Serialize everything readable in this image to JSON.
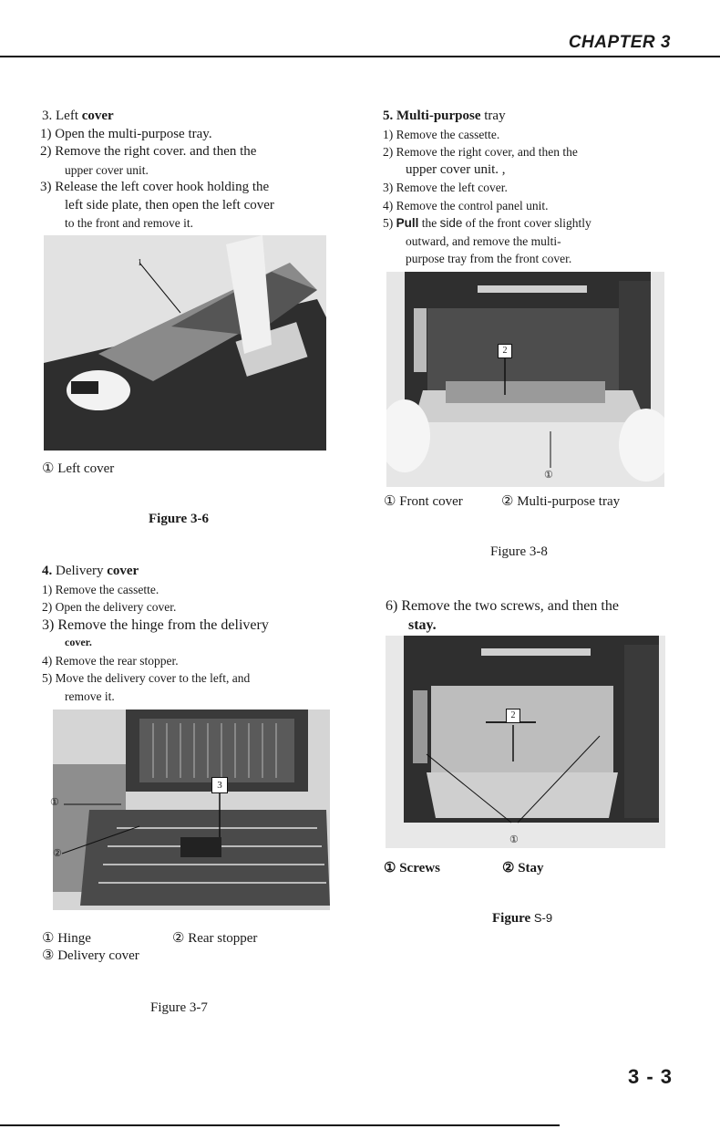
{
  "header": {
    "chapter": "CHAPTER 3"
  },
  "left_column": {
    "sec3": {
      "num": "3. Left ",
      "name": "cover",
      "s1_pre": "1) Open the ",
      "s1_b": "multi-purpose",
      "s1_post": " tray.",
      "s2a": "2) Remove the right cover. and then the",
      "s2b": "upper cover unit.",
      "s3a": "3) Release the left cover hook holding the",
      "s3b": "left side plate, then open the left cover",
      "s3c": "to the front and remove it."
    },
    "fig6": {
      "callout": "1",
      "caption": "① Left cover",
      "title": "Figure 3-6"
    },
    "sec4": {
      "num": "4.",
      "label": " Delivery ",
      "name": "cover",
      "s1": "1)  Remove the cassette.",
      "s2": "2)  Open the delivery cover.",
      "s3": "3)  Remove the hinge from the delivery",
      "s3b": "cover.",
      "s4": "4)  Remove the rear stopper.",
      "s5": "5)  Move the delivery cover to the left, and",
      "s5b": "remove it."
    },
    "fig7": {
      "callout1": "①",
      "callout2": "②",
      "callout3": "3",
      "caption1": "① Hinge",
      "caption2": "② Rear stopper",
      "caption3": "③ Delivery cover",
      "title": "Figure 3-7"
    }
  },
  "right_column": {
    "sec5": {
      "num": "5. ",
      "name": "Multi-purpose",
      "post": " tray",
      "s1": "1)  Remove the cassette.",
      "s2": "2)  Remove the right cover, and then the",
      "s2b": "upper cover unit. ,",
      "s3": "3)  Remove the left cover.",
      "s4": "4)  Remove the control panel unit.",
      "s5_pre": "5)  ",
      "s5_pull": "Pull",
      "s5_mid": " the ",
      "s5_side": "side",
      "s5_post": " of the front cover slightly",
      "s5b": "outward, and remove the multi-",
      "s5c": "purpose tray from the front cover."
    },
    "fig8": {
      "callout1": "①",
      "callout2": "2",
      "caption1": "① Front cover",
      "caption2": "② Multi-purpose",
      "caption2_post": " tray",
      "title": "Figure 3-8"
    },
    "step6": {
      "a": "6) Remove the two screws, and then the",
      "b": "stay."
    },
    "fig9": {
      "callout1": "①",
      "callout2": "2",
      "caption1": "① Screws",
      "caption2": "② Stay",
      "title_b": "Figure",
      "title_n": " S-9"
    }
  },
  "footer": {
    "page_number": "3 - 3"
  }
}
